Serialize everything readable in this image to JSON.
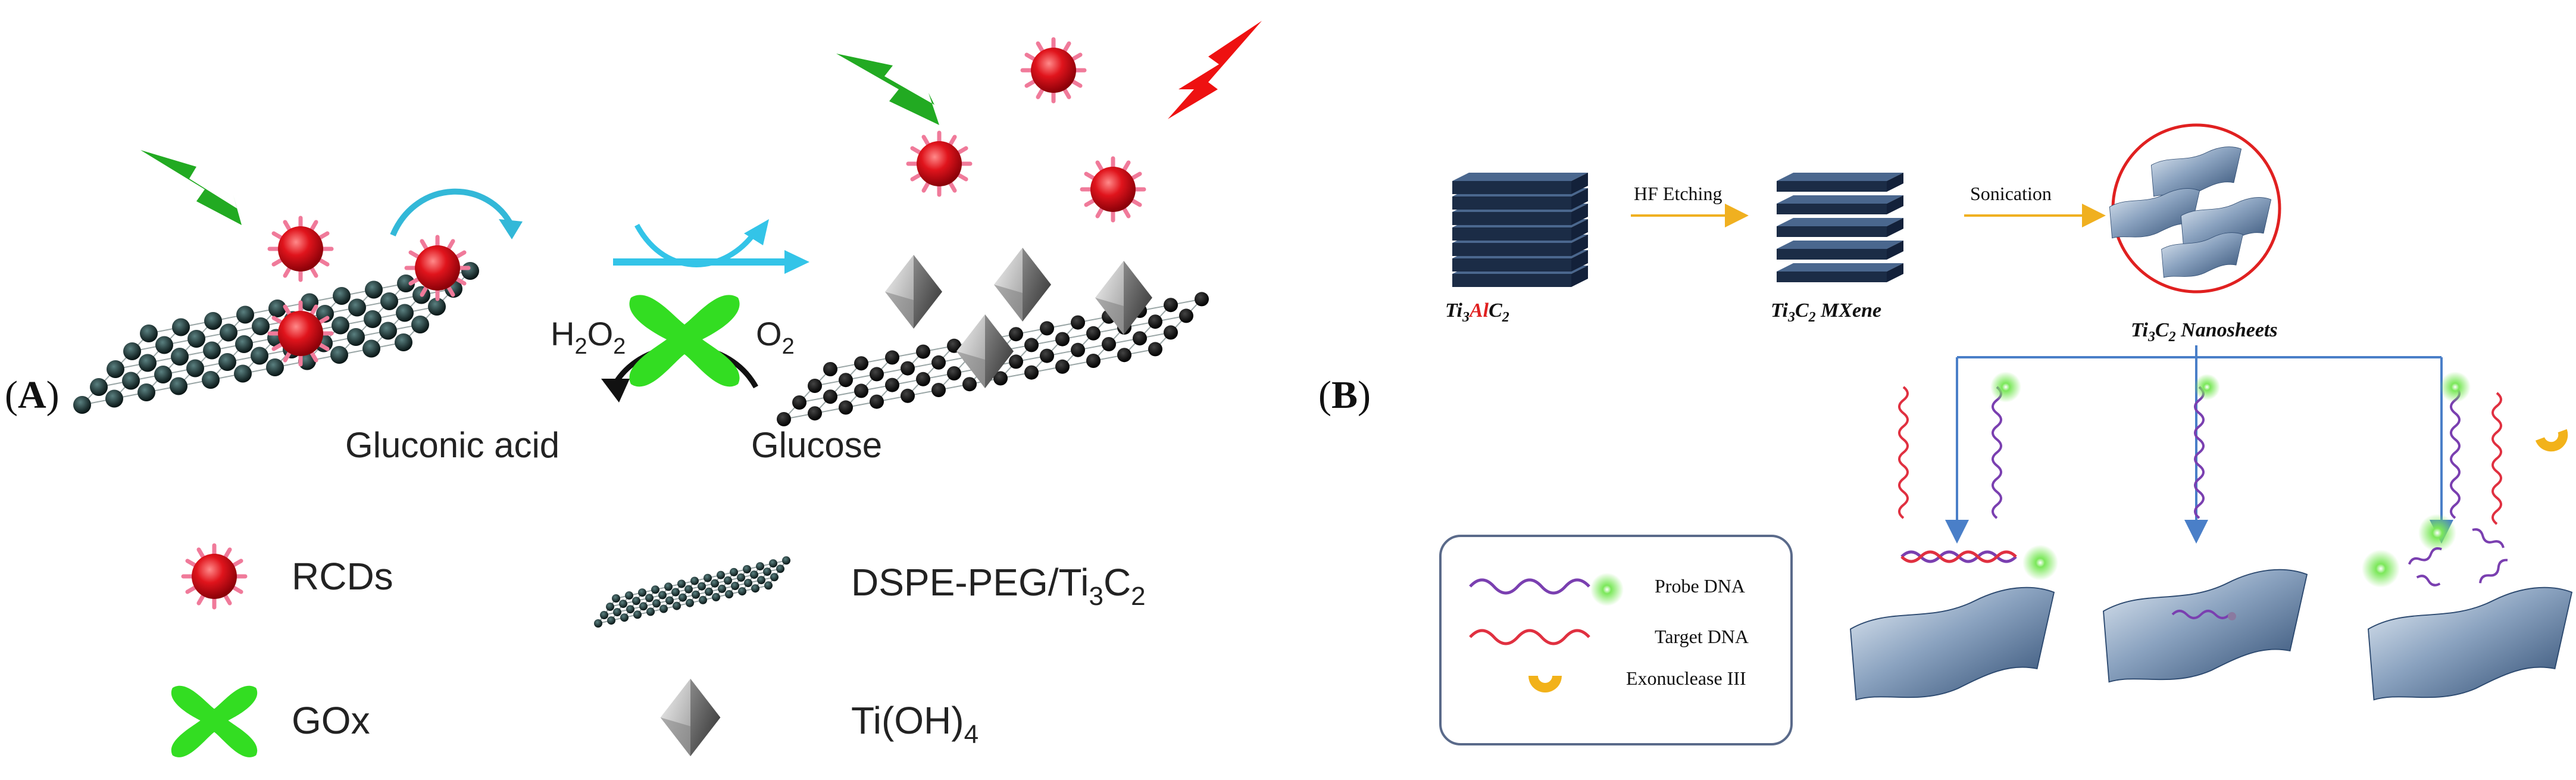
{
  "panel_a": {
    "label_open": "(",
    "label_letter": "A",
    "label_close": ")",
    "h2o2": {
      "main": "H",
      "sub1": "2",
      "mid": "O",
      "sub2": "2"
    },
    "o2": {
      "main": "O",
      "sub": "2"
    },
    "gluconic_acid": "Gluconic acid",
    "glucose": "Glucose",
    "legend": {
      "rcds": "RCDs",
      "dspe": {
        "main": "DSPE-PEG/Ti",
        "sub": "3",
        "tail": "C",
        "sub2": "2"
      },
      "gox": "GOx",
      "tioh": {
        "main": "Ti(OH)",
        "sub": "4"
      }
    },
    "colors": {
      "rcd": "#e0141c",
      "gox": "#33dd22",
      "flash_green": "#22aa22",
      "flash_red": "#ee1111",
      "arrow_cyan": "#33c4e8",
      "sheet": "#0d1a1a"
    }
  },
  "panel_b": {
    "label_open": "(",
    "label_letter": "B",
    "label_close": ")",
    "step1_arrow": "HF Etching",
    "step2_arrow": "Sonication",
    "max_phase": {
      "a": "Ti",
      "s1": "3",
      "b": "Al",
      "c": "C",
      "s2": "2"
    },
    "mxene": {
      "a": "Ti",
      "s1": "3",
      "b": "C",
      "s2": "2",
      "c": " MXene"
    },
    "nanosheets": {
      "a": "Ti",
      "s1": "3",
      "b": "C",
      "s2": "2",
      "c": " Nanosheets"
    },
    "legend": {
      "probe": "Probe DNA",
      "target": "Target DNA",
      "exo": "Exonuclease III"
    },
    "colors": {
      "stack": "#1e3350",
      "arrow_gold": "#f0b020",
      "circle": "#e02020",
      "branch": "#4a7fc8",
      "probe": "#7a3fb0",
      "target": "#e03040",
      "fluor": "#66dd44",
      "exo": "#f2b21a"
    }
  }
}
